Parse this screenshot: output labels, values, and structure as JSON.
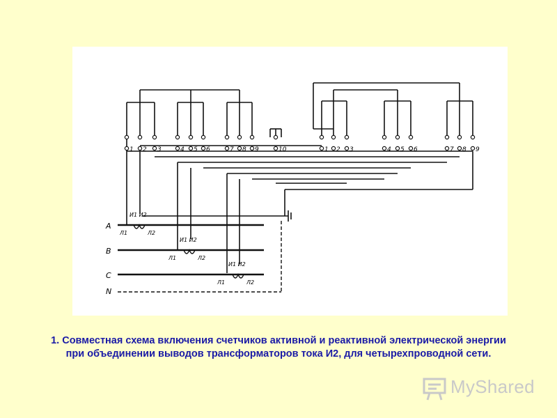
{
  "caption": {
    "line1": "1. Совместная схема включения счетчиков активной и реактивной электрической энергии",
    "line2": "при объединении выводов трансформаторов тока И2, для четырехпроводной сети."
  },
  "diagram": {
    "phases": [
      {
        "label": "A"
      },
      {
        "label": "B"
      },
      {
        "label": "C"
      },
      {
        "label": "N"
      }
    ],
    "ct_labels": {
      "primary_in": "Л1",
      "primary_out": "Л2",
      "secondary": "И1 И2"
    },
    "active_meter_terminals": [
      "1",
      "2",
      "3",
      "4",
      "5",
      "6",
      "7",
      "8",
      "9",
      "10"
    ],
    "reactive_meter_terminals": [
      "1",
      "2",
      "3",
      "4",
      "5",
      "6",
      "7",
      "8",
      "9"
    ]
  },
  "brand": {
    "text": "MyShared",
    "icon": "presentation-board-icon"
  }
}
